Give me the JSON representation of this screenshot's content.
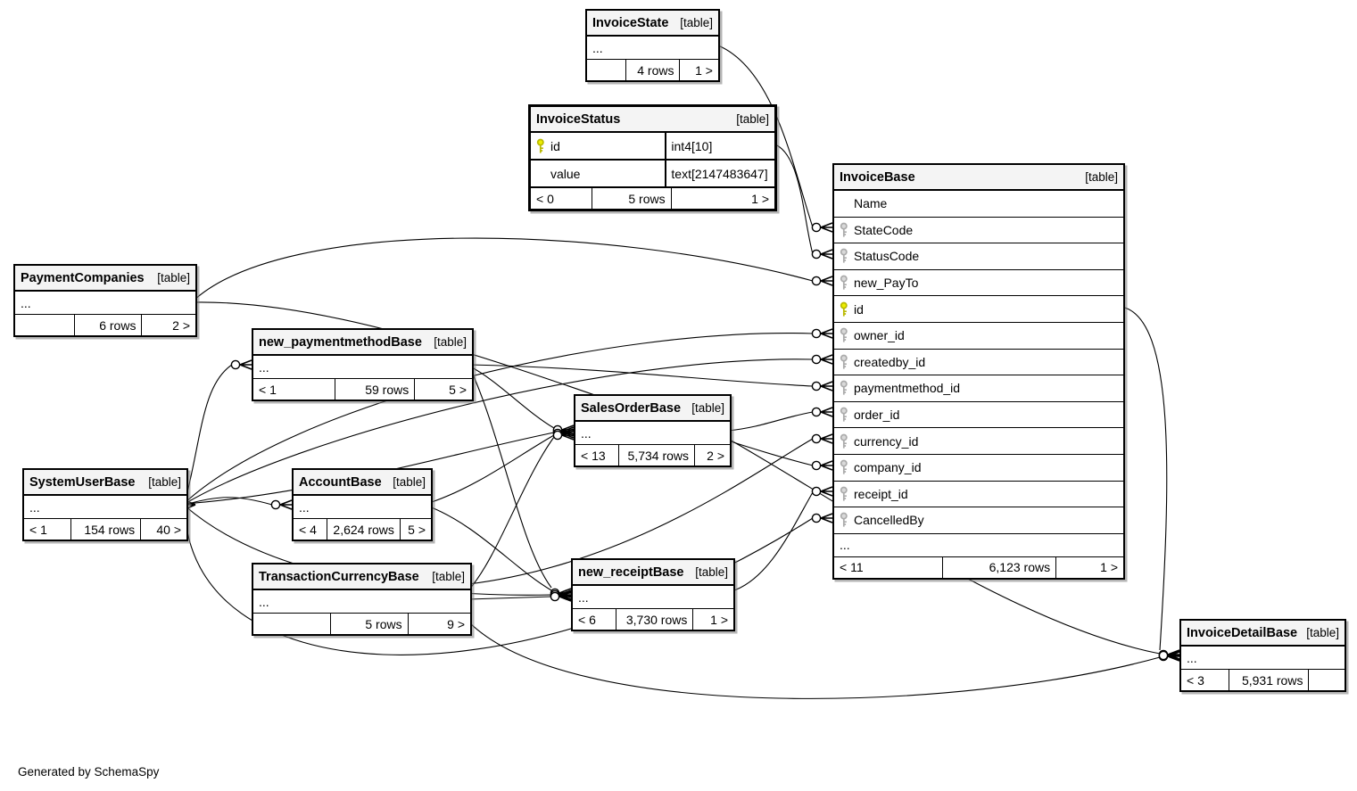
{
  "diagram": {
    "generator_note": "Generated by SchemaSpy",
    "colors": {
      "table_header_bg": "#f4f4f4",
      "border": "#000000",
      "primary_key": "#eded00",
      "foreign_key": "#d9d9d9",
      "edge": "#000000"
    },
    "tables": [
      {
        "id": "InvoiceState",
        "name": "InvoiceState",
        "tag": "[table]",
        "emphasized": false,
        "columns": [],
        "elided_row": "...",
        "footer": {
          "parents": "",
          "rows": "4 rows",
          "children": "1 >"
        }
      },
      {
        "id": "InvoiceStatus",
        "name": "InvoiceStatus",
        "tag": "[table]",
        "emphasized": true,
        "columns": [
          {
            "icon": "primary-key",
            "name": "id",
            "type": "int4[10]"
          },
          {
            "icon": null,
            "name": "value",
            "type": "text[2147483647]"
          }
        ],
        "elided_row": null,
        "footer": {
          "parents": "< 0",
          "rows": "5 rows",
          "children": "1 >"
        }
      },
      {
        "id": "InvoiceBase",
        "name": "InvoiceBase",
        "tag": "[table]",
        "emphasized": false,
        "columns": [
          {
            "icon": null,
            "name": "Name"
          },
          {
            "icon": "foreign-key",
            "name": "StateCode"
          },
          {
            "icon": "foreign-key",
            "name": "StatusCode"
          },
          {
            "icon": "foreign-key",
            "name": "new_PayTo"
          },
          {
            "icon": "primary-key",
            "name": "id"
          },
          {
            "icon": "foreign-key",
            "name": "owner_id"
          },
          {
            "icon": "foreign-key",
            "name": "createdby_id"
          },
          {
            "icon": "foreign-key",
            "name": "paymentmethod_id"
          },
          {
            "icon": "foreign-key",
            "name": "order_id"
          },
          {
            "icon": "foreign-key",
            "name": "currency_id"
          },
          {
            "icon": "foreign-key",
            "name": "company_id"
          },
          {
            "icon": "foreign-key",
            "name": "receipt_id"
          },
          {
            "icon": "foreign-key",
            "name": "CancelledBy"
          }
        ],
        "elided_row": "...",
        "footer": {
          "parents": "< 11",
          "rows": "6,123 rows",
          "children": "1 >"
        }
      },
      {
        "id": "PaymentCompanies",
        "name": "PaymentCompanies",
        "tag": "[table]",
        "emphasized": false,
        "columns": [],
        "elided_row": "...",
        "footer": {
          "parents": "",
          "rows": "6 rows",
          "children": "2 >"
        }
      },
      {
        "id": "new_paymentmethodBase",
        "name": "new_paymentmethodBase",
        "tag": "[table]",
        "emphasized": false,
        "columns": [],
        "elided_row": "...",
        "footer": {
          "parents": "< 1",
          "rows": "59 rows",
          "children": "5 >"
        }
      },
      {
        "id": "SalesOrderBase",
        "name": "SalesOrderBase",
        "tag": "[table]",
        "emphasized": false,
        "columns": [],
        "elided_row": "...",
        "footer": {
          "parents": "< 13",
          "rows": "5,734 rows",
          "children": "2 >"
        }
      },
      {
        "id": "SystemUserBase",
        "name": "SystemUserBase",
        "tag": "[table]",
        "emphasized": false,
        "columns": [],
        "elided_row": "...",
        "footer": {
          "parents": "< 1",
          "rows": "154 rows",
          "children": "40 >"
        }
      },
      {
        "id": "AccountBase",
        "name": "AccountBase",
        "tag": "[table]",
        "emphasized": false,
        "columns": [],
        "elided_row": "...",
        "footer": {
          "parents": "< 4",
          "rows": "2,624 rows",
          "children": "5 >"
        }
      },
      {
        "id": "TransactionCurrencyBase",
        "name": "TransactionCurrencyBase",
        "tag": "[table]",
        "emphasized": false,
        "columns": [],
        "elided_row": "...",
        "footer": {
          "parents": "",
          "rows": "5 rows",
          "children": "9 >"
        }
      },
      {
        "id": "new_receiptBase",
        "name": "new_receiptBase",
        "tag": "[table]",
        "emphasized": false,
        "columns": [],
        "elided_row": "...",
        "footer": {
          "parents": "< 6",
          "rows": "3,730 rows",
          "children": "1 >"
        }
      },
      {
        "id": "InvoiceDetailBase",
        "name": "InvoiceDetailBase",
        "tag": "[table]",
        "emphasized": false,
        "columns": [],
        "elided_row": "...",
        "footer": {
          "parents": "< 3",
          "rows": "5,931 rows",
          "children": ""
        }
      }
    ],
    "edges": [
      {
        "from": "InvoiceState",
        "to": "InvoiceBase.StateCode"
      },
      {
        "from": "InvoiceStatus",
        "to": "InvoiceBase.StatusCode"
      },
      {
        "from": "PaymentCompanies",
        "to": "InvoiceBase.new_PayTo"
      },
      {
        "from": "PaymentCompanies",
        "to": "InvoiceBase.company_id"
      },
      {
        "from": "SystemUserBase",
        "to": "InvoiceBase.owner_id"
      },
      {
        "from": "SystemUserBase",
        "to": "InvoiceBase.createdby_id"
      },
      {
        "from": "SystemUserBase",
        "to": "InvoiceBase.CancelledBy"
      },
      {
        "from": "SystemUserBase",
        "to": "new_paymentmethodBase"
      },
      {
        "from": "SystemUserBase",
        "to": "AccountBase"
      },
      {
        "from": "SystemUserBase",
        "to": "SalesOrderBase"
      },
      {
        "from": "SystemUserBase",
        "to": "new_receiptBase"
      },
      {
        "from": "new_paymentmethodBase",
        "to": "InvoiceBase.paymentmethod_id"
      },
      {
        "from": "new_paymentmethodBase",
        "to": "SalesOrderBase"
      },
      {
        "from": "new_paymentmethodBase",
        "to": "new_receiptBase"
      },
      {
        "from": "AccountBase",
        "to": "SalesOrderBase"
      },
      {
        "from": "AccountBase",
        "to": "new_receiptBase"
      },
      {
        "from": "TransactionCurrencyBase",
        "to": "InvoiceBase.currency_id"
      },
      {
        "from": "TransactionCurrencyBase",
        "to": "SalesOrderBase"
      },
      {
        "from": "TransactionCurrencyBase",
        "to": "new_receiptBase"
      },
      {
        "from": "TransactionCurrencyBase",
        "to": "InvoiceDetailBase"
      },
      {
        "from": "SalesOrderBase",
        "to": "InvoiceBase.order_id"
      },
      {
        "from": "SalesOrderBase",
        "to": "InvoiceDetailBase"
      },
      {
        "from": "new_receiptBase",
        "to": "InvoiceBase.receipt_id"
      },
      {
        "from": "InvoiceBase.id",
        "to": "InvoiceDetailBase"
      }
    ]
  }
}
